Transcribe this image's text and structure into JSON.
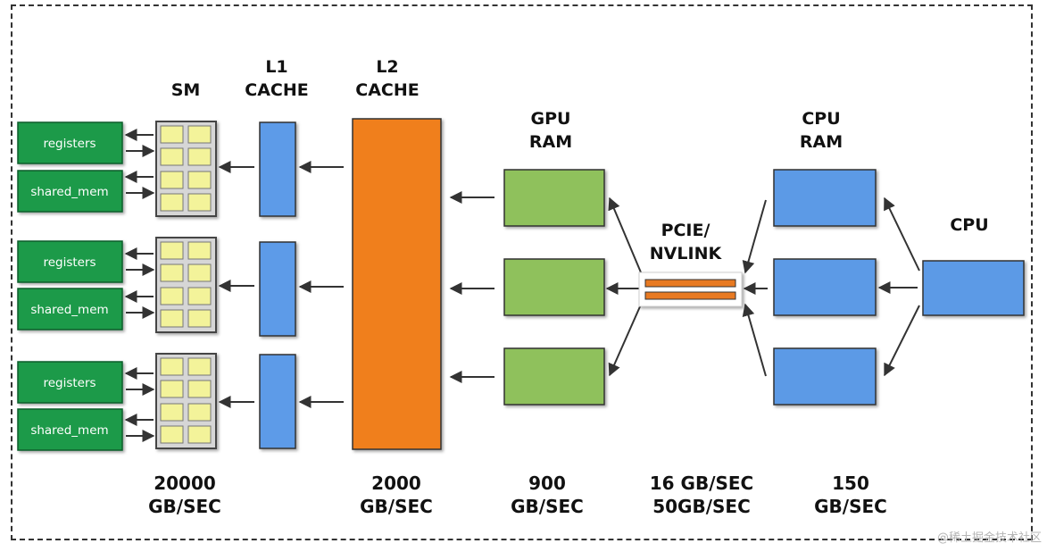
{
  "labels": {
    "sm": "SM",
    "l1_line1": "L1",
    "l1_line2": "CACHE",
    "l2_line1": "L2",
    "l2_line2": "CACHE",
    "gpu_ram_line1": "GPU",
    "gpu_ram_line2": "RAM",
    "pcie_line1": "PCIE/",
    "pcie_line2": "NVLINK",
    "cpu_ram_line1": "CPU",
    "cpu_ram_line2": "RAM",
    "cpu": "CPU"
  },
  "blocks": [
    {
      "registers": "registers",
      "shared_mem": "shared_mem"
    },
    {
      "registers": "registers",
      "shared_mem": "shared_mem"
    },
    {
      "registers": "registers",
      "shared_mem": "shared_mem"
    }
  ],
  "bandwidth": {
    "sm_line1": "20000",
    "sm_line2": "GB/SEC",
    "l2_line1": "2000",
    "l2_line2": "GB/SEC",
    "gpu_line1": "900",
    "gpu_line2": "GB/SEC",
    "pcie_line1": "16 GB/SEC",
    "pcie_line2": "50GB/SEC",
    "cpu_line1": "150",
    "cpu_line2": "GB/SEC"
  },
  "watermark": "@稀土掘金技术社区",
  "colors": {
    "register_green": "#1a9a4a",
    "register_border": "#0d5c2a",
    "sm_cell": "#f3f39a",
    "sm_body": "#d6d6d6",
    "l1_blue": "#5d9be8",
    "l2_orange": "#f07f1f",
    "gpu_ram_green": "#8fc15c",
    "pcie_orange": "#e87a22",
    "cpu_blue": "#5b9ae6"
  }
}
